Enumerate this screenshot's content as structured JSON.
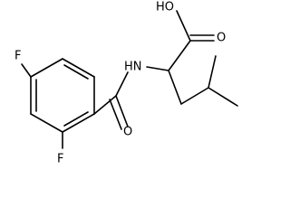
{
  "molecule": {
    "atoms": {
      "hydroxyl": "HO",
      "carbonyl_oxygen_acid": "O",
      "amide_nitrogen": "HN",
      "amide_oxygen": "O",
      "fluorine_top": "F",
      "fluorine_bottom": "F"
    },
    "line_color": "#000000"
  }
}
